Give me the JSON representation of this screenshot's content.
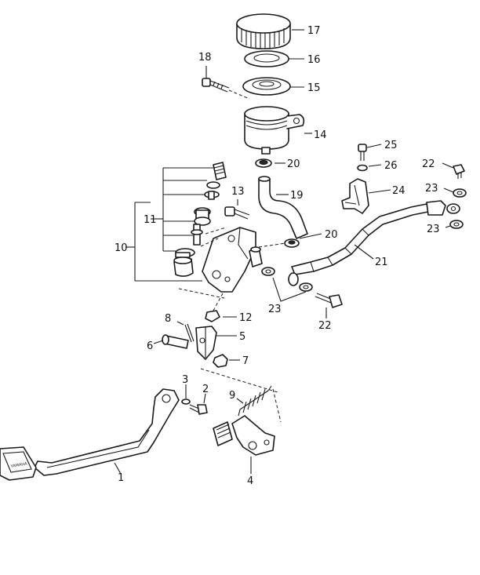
{
  "diagram": {
    "callouts": {
      "c1": "1",
      "c2": "2",
      "c3": "3",
      "c4": "4",
      "c5": "5",
      "c6": "6",
      "c7": "7",
      "c8": "8",
      "c9": "9",
      "c10": "10",
      "c11": "11",
      "c12": "12",
      "c13": "13",
      "c14": "14",
      "c15": "15",
      "c16": "16",
      "c17": "17",
      "c18": "18",
      "c19": "19",
      "c20a": "20",
      "c20b": "20",
      "c21": "21",
      "c22a": "22",
      "c22b": "22",
      "c23a": "23",
      "c23b": "23",
      "c23c": "23",
      "c24": "24",
      "c25": "25",
      "c26": "26"
    },
    "pedal_pad_marking": "YAMAHA"
  }
}
